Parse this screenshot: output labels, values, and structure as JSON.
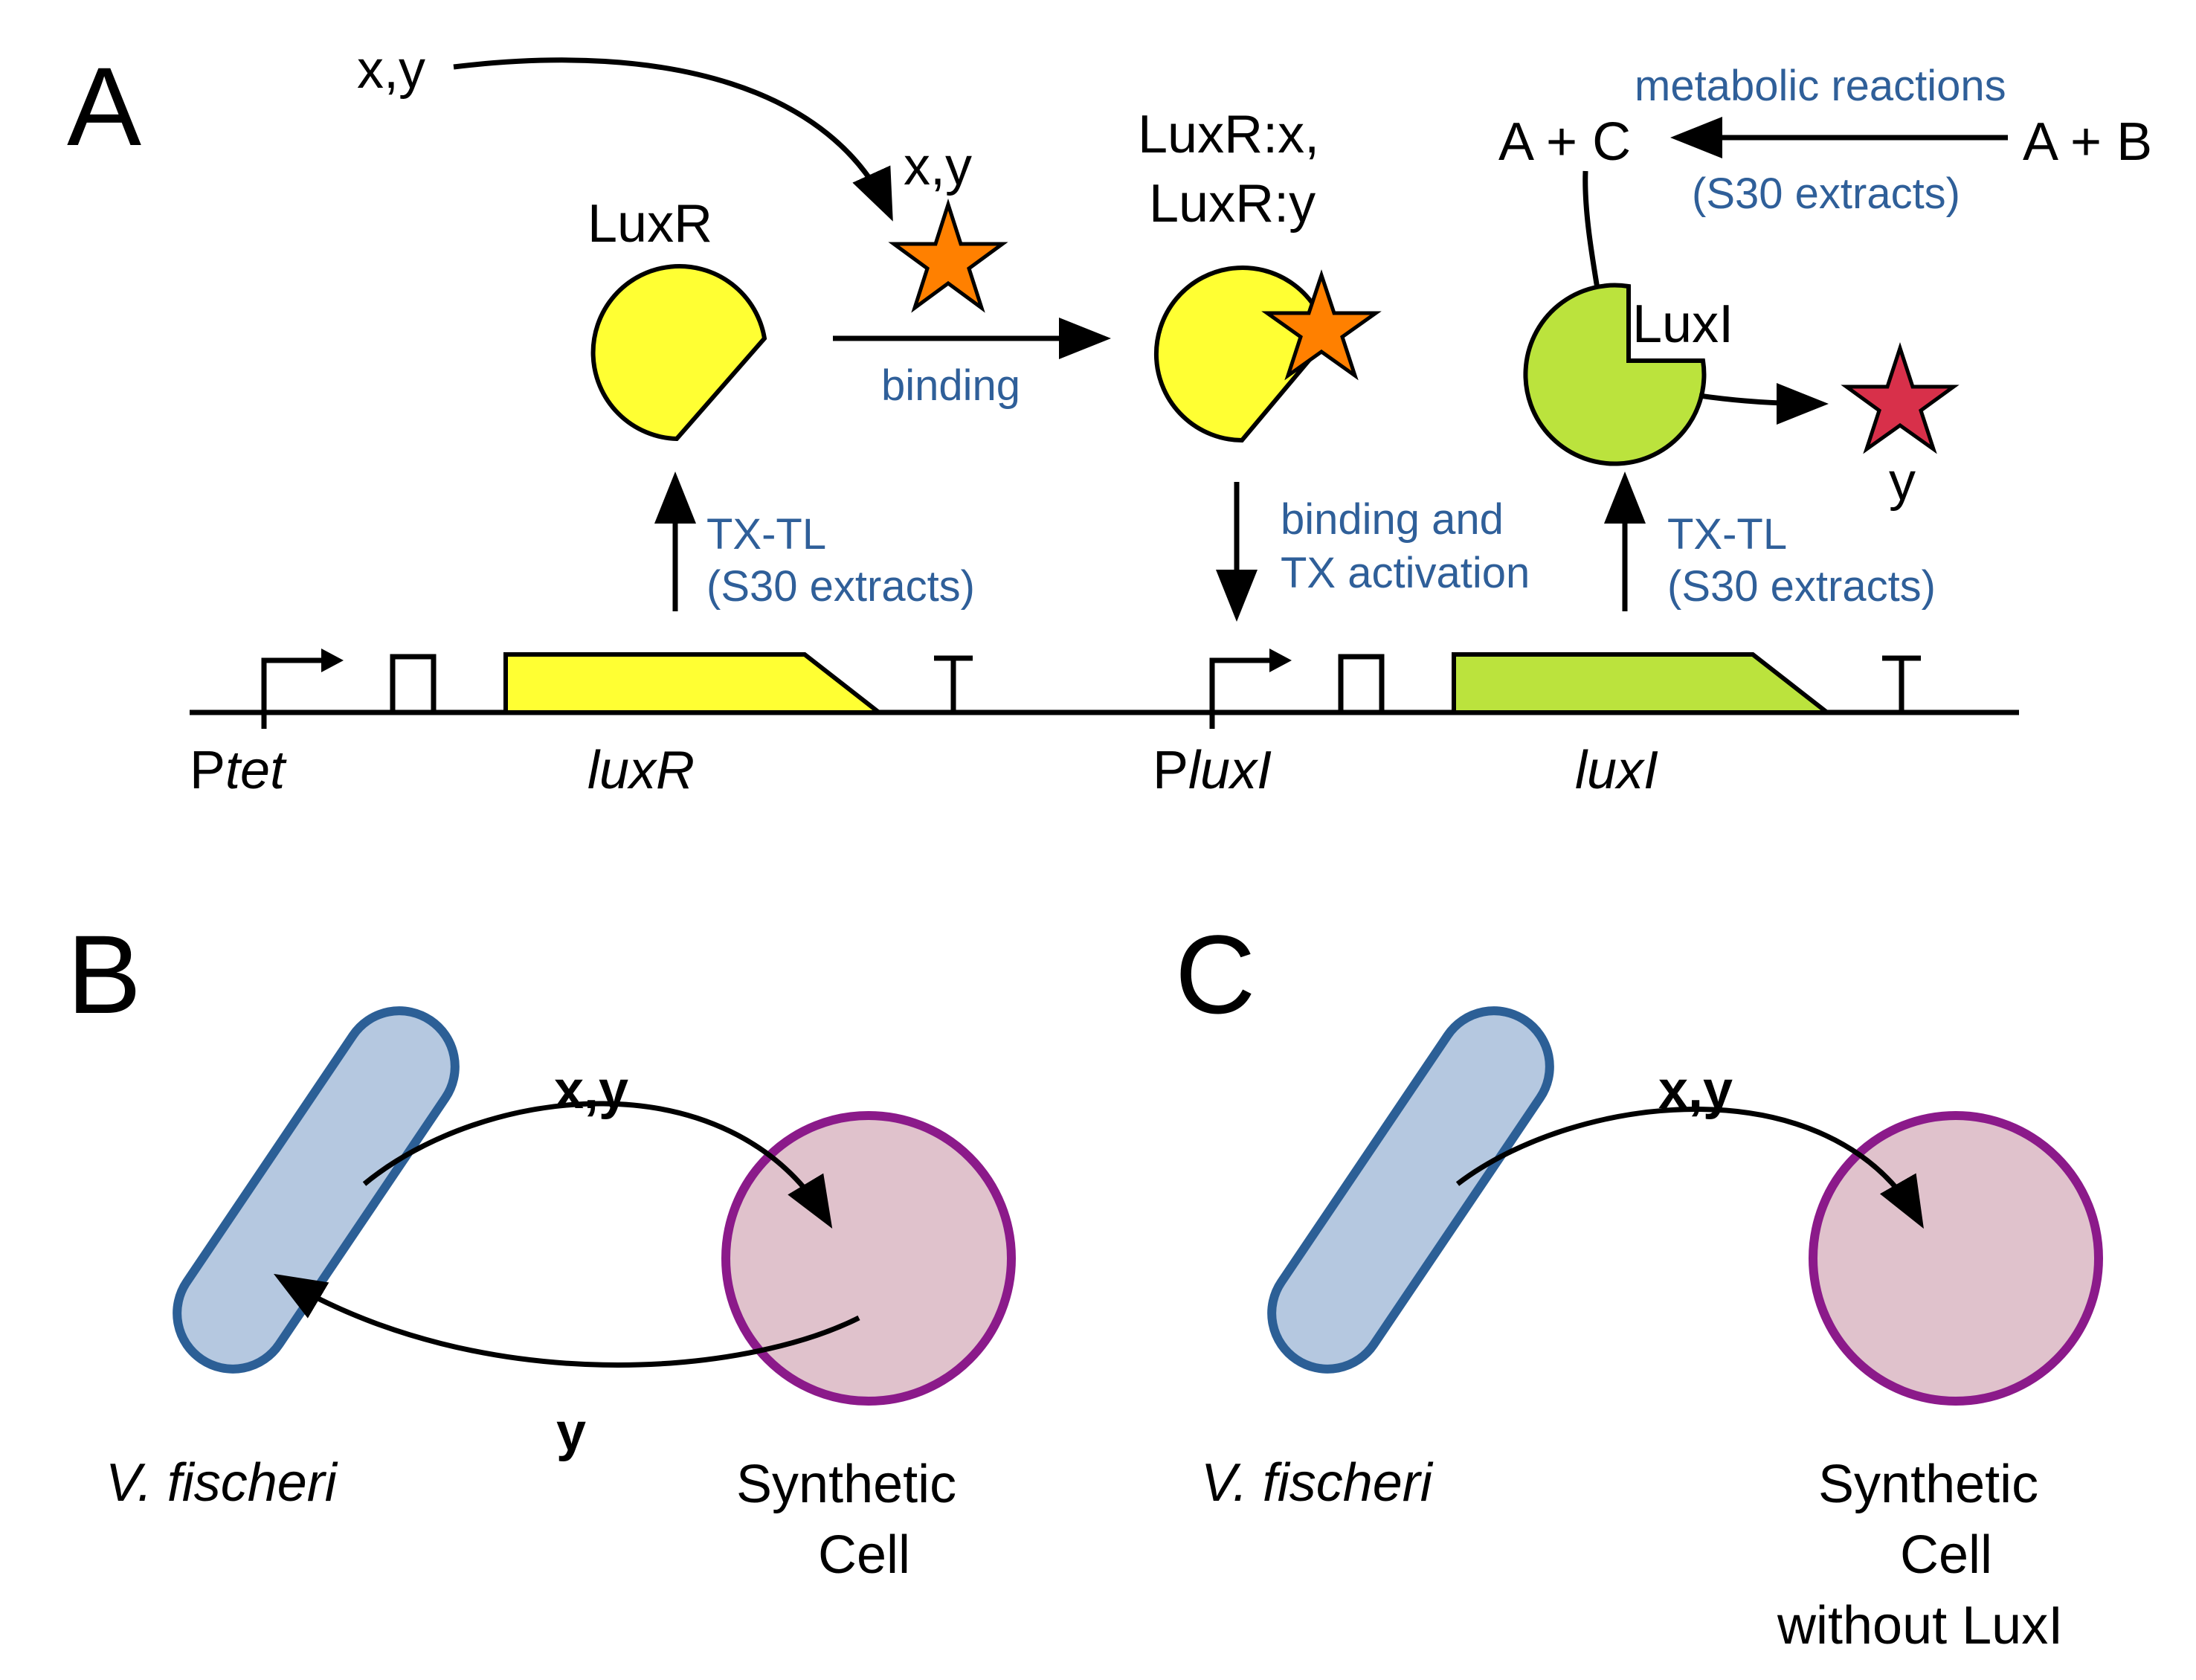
{
  "colors": {
    "luxr_yellow": "#ffff33",
    "luxi_green": "#bbe33d",
    "star_orange": "#ff8000",
    "star_red": "#d8304a",
    "annotation_blue": "#2f5f99",
    "vfischeri_fill": "#b5c8e0",
    "vfischeri_stroke": "#2c5f96",
    "cell_fill": "#e0c2cc",
    "cell_stroke": "#8b1a8a"
  },
  "panelA": {
    "letter": "A",
    "input_label": "x,y",
    "star_label": "x,y",
    "luxr_label": "LuxR",
    "complex_line1": "LuxR:x,",
    "complex_line2": "LuxR:y",
    "binding": "binding",
    "binding_tx_line1": "binding and",
    "binding_tx_line2": "TX activation",
    "txtl_left_line1": "TX-TL",
    "txtl_left_line2": "(S30 extracts)",
    "txtl_right_line1": "TX-TL",
    "txtl_right_line2": "(S30 extracts)",
    "metabolic": "metabolic reactions",
    "s30_top": "(S30 extracts)",
    "ac": "A + C",
    "ab": "A + B",
    "luxi_label": "LuxI",
    "y_label": "y",
    "ptet_prefix": "P",
    "ptet_italic": "tet",
    "luxr_gene": "luxR",
    "pluxi_prefix": "P",
    "pluxi_italic": "luxI",
    "luxi_gene": "luxI"
  },
  "panelB": {
    "letter": "B",
    "xy": "x,y",
    "y": "y",
    "vfischeri": "V. fischeri",
    "cell_line1": "Synthetic",
    "cell_line2": "Cell"
  },
  "panelC": {
    "letter": "C",
    "xy": "x,y",
    "vfischeri": "V. fischeri",
    "cell_line1": "Synthetic",
    "cell_line2": "Cell",
    "cell_line3": "without LuxI"
  },
  "icons": [
    "promoter-arrow-icon",
    "rbs-icon",
    "terminator-icon",
    "star-icon",
    "pacman-protein-icon",
    "rod-bacterium-icon",
    "circle-cell-icon"
  ]
}
